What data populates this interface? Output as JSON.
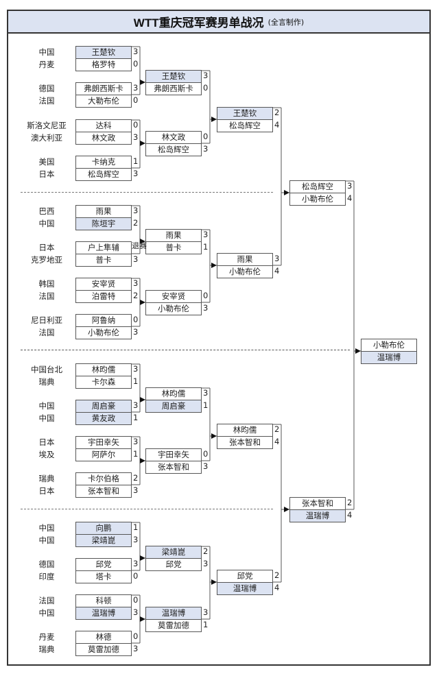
{
  "title": "WTT重庆冠军赛男单战况",
  "subtitle": "(全言制作)",
  "highlight_color": "#dce3f2",
  "withdrawal_note": "退赛",
  "round1": [
    {
      "players": [
        {
          "country": "中国",
          "name": "王楚钦",
          "score": "3",
          "cn": true
        },
        {
          "country": "丹麦",
          "name": "格罗特",
          "score": "0",
          "cn": false
        }
      ]
    },
    {
      "players": [
        {
          "country": "德国",
          "name": "弗朗西斯卡",
          "score": "3",
          "cn": false
        },
        {
          "country": "法国",
          "name": "大勒布伦",
          "score": "0",
          "cn": false
        }
      ]
    },
    {
      "players": [
        {
          "country": "斯洛文尼亚",
          "name": "达科",
          "score": "0",
          "cn": false
        },
        {
          "country": "澳大利亚",
          "name": "林文政",
          "score": "3",
          "cn": false
        }
      ]
    },
    {
      "players": [
        {
          "country": "美国",
          "name": "卡纳克",
          "score": "1",
          "cn": false
        },
        {
          "country": "日本",
          "name": "松岛辉空",
          "score": "3",
          "cn": false
        }
      ]
    },
    {
      "players": [
        {
          "country": "巴西",
          "name": "雨果",
          "score": "3",
          "cn": false
        },
        {
          "country": "中国",
          "name": "陈垣宇",
          "score": "2",
          "cn": true
        }
      ]
    },
    {
      "players": [
        {
          "country": "日本",
          "name": "户上隼辅",
          "score": "",
          "cn": false
        },
        {
          "country": "克罗地亚",
          "name": "普卡",
          "score": "3",
          "cn": false
        }
      ]
    },
    {
      "players": [
        {
          "country": "韩国",
          "name": "安宰贤",
          "score": "3",
          "cn": false
        },
        {
          "country": "法国",
          "name": "泊雷特",
          "score": "2",
          "cn": false
        }
      ]
    },
    {
      "players": [
        {
          "country": "尼日利亚",
          "name": "阿鲁纳",
          "score": "0",
          "cn": false
        },
        {
          "country": "法国",
          "name": "小勒布伦",
          "score": "3",
          "cn": false
        }
      ]
    },
    {
      "players": [
        {
          "country": "中国台北",
          "name": "林昀儒",
          "score": "3",
          "cn": false
        },
        {
          "country": "瑞典",
          "name": "卡尔森",
          "score": "1",
          "cn": false
        }
      ]
    },
    {
      "players": [
        {
          "country": "中国",
          "name": "周启豪",
          "score": "3",
          "cn": true
        },
        {
          "country": "中国",
          "name": "黄友政",
          "score": "1",
          "cn": true
        }
      ]
    },
    {
      "players": [
        {
          "country": "日本",
          "name": "宇田幸矢",
          "score": "3",
          "cn": false
        },
        {
          "country": "埃及",
          "name": "阿萨尔",
          "score": "1",
          "cn": false
        }
      ]
    },
    {
      "players": [
        {
          "country": "瑞典",
          "name": "卡尔伯格",
          "score": "2",
          "cn": false
        },
        {
          "country": "日本",
          "name": "张本智和",
          "score": "3",
          "cn": false
        }
      ]
    },
    {
      "players": [
        {
          "country": "中国",
          "name": "向鹏",
          "score": "1",
          "cn": true
        },
        {
          "country": "中国",
          "name": "梁靖崑",
          "score": "3",
          "cn": true
        }
      ]
    },
    {
      "players": [
        {
          "country": "德国",
          "name": "邱党",
          "score": "3",
          "cn": false
        },
        {
          "country": "印度",
          "name": "塔卡",
          "score": "0",
          "cn": false
        }
      ]
    },
    {
      "players": [
        {
          "country": "法国",
          "name": "科顿",
          "score": "0",
          "cn": false
        },
        {
          "country": "中国",
          "name": "温瑞博",
          "score": "3",
          "cn": true
        }
      ]
    },
    {
      "players": [
        {
          "country": "丹麦",
          "name": "林德",
          "score": "0",
          "cn": false
        },
        {
          "country": "瑞典",
          "name": "莫雷加德",
          "score": "3",
          "cn": false
        }
      ]
    }
  ],
  "round2": [
    {
      "players": [
        {
          "name": "王楚钦",
          "score": "3",
          "cn": true
        },
        {
          "name": "弗朗西斯卡",
          "score": "0",
          "cn": false
        }
      ]
    },
    {
      "players": [
        {
          "name": "林文政",
          "score": "0",
          "cn": false
        },
        {
          "name": "松岛辉空",
          "score": "3",
          "cn": false
        }
      ]
    },
    {
      "players": [
        {
          "name": "雨果",
          "score": "3",
          "cn": false
        },
        {
          "name": "普卡",
          "score": "1",
          "cn": false
        }
      ]
    },
    {
      "players": [
        {
          "name": "安宰贤",
          "score": "0",
          "cn": false
        },
        {
          "name": "小勒布伦",
          "score": "3",
          "cn": false
        }
      ]
    },
    {
      "players": [
        {
          "name": "林昀儒",
          "score": "3",
          "cn": false
        },
        {
          "name": "周启豪",
          "score": "1",
          "cn": true
        }
      ]
    },
    {
      "players": [
        {
          "name": "宇田幸矢",
          "score": "0",
          "cn": false
        },
        {
          "name": "张本智和",
          "score": "3",
          "cn": false
        }
      ]
    },
    {
      "players": [
        {
          "name": "梁靖崑",
          "score": "2",
          "cn": true
        },
        {
          "name": "邱党",
          "score": "3",
          "cn": false
        }
      ]
    },
    {
      "players": [
        {
          "name": "温瑞博",
          "score": "3",
          "cn": true
        },
        {
          "name": "莫雷加德",
          "score": "1",
          "cn": false
        }
      ]
    }
  ],
  "round3": [
    {
      "players": [
        {
          "name": "王楚钦",
          "score": "2",
          "cn": true
        },
        {
          "name": "松岛辉空",
          "score": "4",
          "cn": false
        }
      ]
    },
    {
      "players": [
        {
          "name": "雨果",
          "score": "3",
          "cn": false
        },
        {
          "name": "小勒布伦",
          "score": "4",
          "cn": false
        }
      ]
    },
    {
      "players": [
        {
          "name": "林昀儒",
          "score": "2",
          "cn": false
        },
        {
          "name": "张本智和",
          "score": "4",
          "cn": false
        }
      ]
    },
    {
      "players": [
        {
          "name": "邱党",
          "score": "2",
          "cn": false
        },
        {
          "name": "温瑞博",
          "score": "4",
          "cn": true
        }
      ]
    }
  ],
  "round4": [
    {
      "players": [
        {
          "name": "松岛辉空",
          "score": "3",
          "cn": false
        },
        {
          "name": "小勒布伦",
          "score": "4",
          "cn": false
        }
      ]
    },
    {
      "players": [
        {
          "name": "张本智和",
          "score": "2",
          "cn": false
        },
        {
          "name": "温瑞博",
          "score": "4",
          "cn": true
        }
      ]
    }
  ],
  "final": [
    {
      "players": [
        {
          "name": "小勒布伦",
          "score": "",
          "cn": false
        },
        {
          "name": "温瑞博",
          "score": "",
          "cn": true
        }
      ]
    }
  ]
}
